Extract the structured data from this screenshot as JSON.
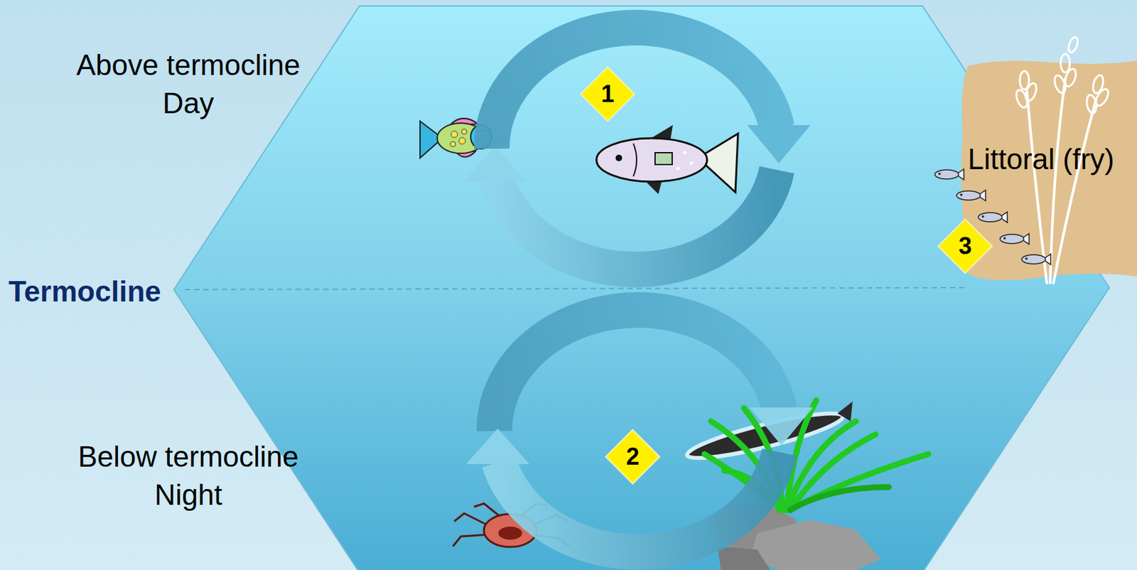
{
  "diagram": {
    "nodes": [
      {
        "text": [
          "1"
        ]
      },
      {
        "text": [
          "Littoral (fry)"
        ]
      },
      {
        "text": [
          "3"
        ]
      },
      {
        "text": [
          "2"
        ]
      }
    ],
    "labels": [
      "Above termocline Day",
      "Termocline",
      "Below termocline Night"
    ]
  }
}
